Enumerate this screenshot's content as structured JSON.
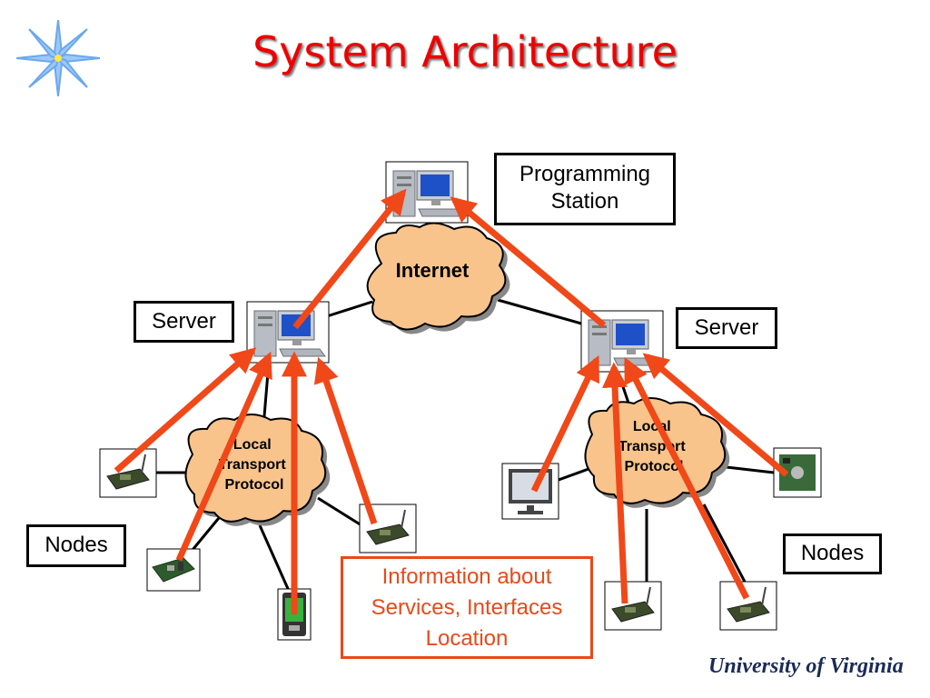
{
  "title": "System Architecture",
  "cloud_internet": "Internet",
  "cloud_local": [
    "Local",
    "Transport",
    "Protocol"
  ],
  "labels": {
    "programming_station": [
      "Programming",
      "Station"
    ],
    "server_left": "Server",
    "server_right": "Server",
    "nodes_left": "Nodes",
    "nodes_right": "Nodes"
  },
  "info_box": [
    "Information about",
    "Services, Interfaces",
    "Location"
  ],
  "logo": "University of Virginia",
  "colors": {
    "title": "#ee0000",
    "arrow": "#f04818",
    "cloud": "#f8c48c",
    "info": "#e84a1a"
  }
}
